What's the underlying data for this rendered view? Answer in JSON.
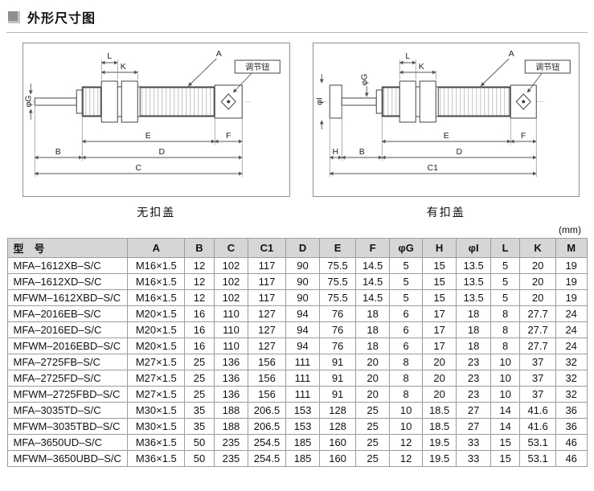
{
  "page": {
    "title": "外形尺寸图",
    "unit_note": "(mm)"
  },
  "diagrams": {
    "left": {
      "caption": "无扣盖",
      "labels": {
        "L": "L",
        "K": "K",
        "A": "A",
        "knob": "调节钮",
        "phiG": "φG",
        "E": "E",
        "F": "F",
        "B": "B",
        "D": "D",
        "C": "C"
      }
    },
    "right": {
      "caption": "有扣盖",
      "labels": {
        "L": "L",
        "K": "K",
        "A": "A",
        "knob": "调节钮",
        "phiG": "φG",
        "phiI": "φI",
        "E": "E",
        "F": "F",
        "H": "H",
        "B": "B",
        "D": "D",
        "C1": "C1"
      }
    }
  },
  "table": {
    "model_header": "型　号",
    "headers": [
      "A",
      "B",
      "C",
      "C1",
      "D",
      "E",
      "F",
      "φG",
      "H",
      "φI",
      "L",
      "K",
      "M"
    ],
    "rows": [
      [
        "MFA–1612XB–S/C",
        "M16×1.5",
        "12",
        "102",
        "117",
        "90",
        "75.5",
        "14.5",
        "5",
        "15",
        "13.5",
        "5",
        "20",
        "19"
      ],
      [
        "MFA–1612XD–S/C",
        "M16×1.5",
        "12",
        "102",
        "117",
        "90",
        "75.5",
        "14.5",
        "5",
        "15",
        "13.5",
        "5",
        "20",
        "19"
      ],
      [
        "MFWM–1612XBD–S/C",
        "M16×1.5",
        "12",
        "102",
        "117",
        "90",
        "75.5",
        "14.5",
        "5",
        "15",
        "13.5",
        "5",
        "20",
        "19"
      ],
      [
        "MFA–2016EB–S/C",
        "M20×1.5",
        "16",
        "110",
        "127",
        "94",
        "76",
        "18",
        "6",
        "17",
        "18",
        "8",
        "27.7",
        "24"
      ],
      [
        "MFA–2016ED–S/C",
        "M20×1.5",
        "16",
        "110",
        "127",
        "94",
        "76",
        "18",
        "6",
        "17",
        "18",
        "8",
        "27.7",
        "24"
      ],
      [
        "MFWM–2016EBD–S/C",
        "M20×1.5",
        "16",
        "110",
        "127",
        "94",
        "76",
        "18",
        "6",
        "17",
        "18",
        "8",
        "27.7",
        "24"
      ],
      [
        "MFA–2725FB–S/C",
        "M27×1.5",
        "25",
        "136",
        "156",
        "111",
        "91",
        "20",
        "8",
        "20",
        "23",
        "10",
        "37",
        "32"
      ],
      [
        "MFA–2725FD–S/C",
        "M27×1.5",
        "25",
        "136",
        "156",
        "111",
        "91",
        "20",
        "8",
        "20",
        "23",
        "10",
        "37",
        "32"
      ],
      [
        "MFWM–2725FBD–S/C",
        "M27×1.5",
        "25",
        "136",
        "156",
        "111",
        "91",
        "20",
        "8",
        "20",
        "23",
        "10",
        "37",
        "32"
      ],
      [
        "MFA–3035TD–S/C",
        "M30×1.5",
        "35",
        "188",
        "206.5",
        "153",
        "128",
        "25",
        "10",
        "18.5",
        "27",
        "14",
        "41.6",
        "36"
      ],
      [
        "MFWM–3035TBD–S/C",
        "M30×1.5",
        "35",
        "188",
        "206.5",
        "153",
        "128",
        "25",
        "10",
        "18.5",
        "27",
        "14",
        "41.6",
        "36"
      ],
      [
        "MFA–3650UD–S/C",
        "M36×1.5",
        "50",
        "235",
        "254.5",
        "185",
        "160",
        "25",
        "12",
        "19.5",
        "33",
        "15",
        "53.1",
        "46"
      ],
      [
        "MFWM–3650UBD–S/C",
        "M36×1.5",
        "50",
        "235",
        "254.5",
        "185",
        "160",
        "25",
        "12",
        "19.5",
        "33",
        "15",
        "53.1",
        "46"
      ]
    ]
  }
}
